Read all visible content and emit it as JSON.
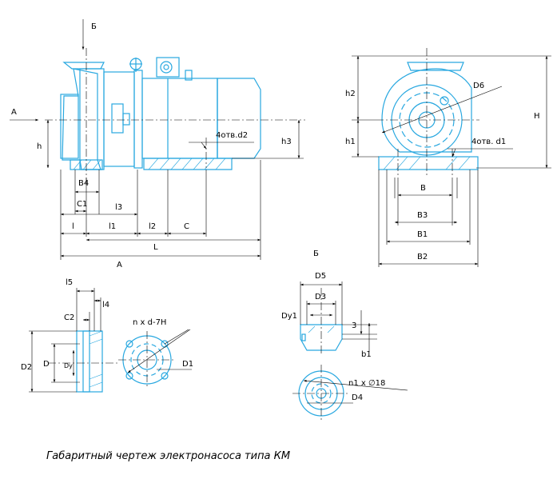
{
  "caption": "Габаритный чертеж электронасоса типа КМ",
  "labels": {
    "view_b_top": "Б",
    "view_a": "А",
    "view_b_detail": "Б",
    "h": "h",
    "h1": "h1",
    "h2": "h2",
    "h3": "h3",
    "H": "H",
    "B": "B",
    "B1": "B1",
    "B2": "B2",
    "B3": "B3",
    "B4": "B4",
    "C": "C",
    "C1": "C1",
    "C2": "C2",
    "D": "D",
    "D1": "D1",
    "D2": "D2",
    "D3": "D3",
    "D4": "D4",
    "D5": "D5",
    "D6": "D6",
    "Dy": "Dy",
    "Dy1": "Dy1",
    "l": "l",
    "l1": "l1",
    "l2": "l2",
    "l3": "l3",
    "l4": "l4",
    "l5": "l5",
    "L": "L",
    "A": "A",
    "b1": "b1",
    "three": "3",
    "holes_d2": "4отв.d2",
    "holes_d1": "4отв. d1",
    "flange_holes": "n x d-7H",
    "base_holes": "n1 x ∅18"
  }
}
